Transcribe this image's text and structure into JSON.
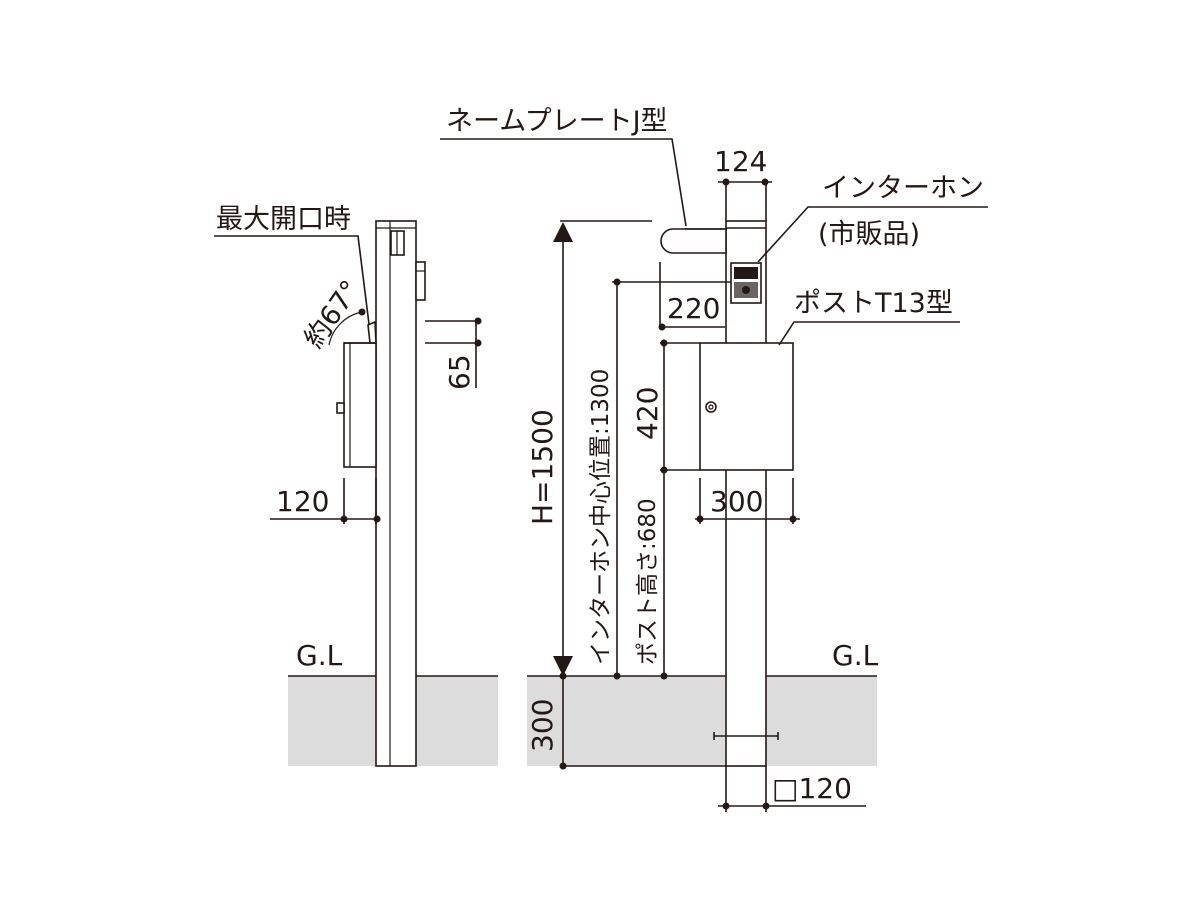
{
  "labels": {
    "max_open": "最大開口時",
    "angle": "約67°",
    "gl_left": "G.L",
    "gl_right": "G.L",
    "nameplate": "ネームプレートJ型",
    "intercom": "インターホン",
    "intercom_note": "(市販品)",
    "post": "ポストT13型",
    "total_height": "H=1500",
    "intercom_center": "インターホン中心位置:1300",
    "post_height": "ポスト高さ:680"
  },
  "dimensions": {
    "d65": "65",
    "d120_side": "120",
    "d300_embed": "300",
    "d124": "124",
    "d220": "220",
    "d420": "420",
    "d300_width": "300",
    "d120_square": "□120"
  },
  "colors": {
    "ink": "#231815",
    "ground": "#dcdcdc"
  }
}
